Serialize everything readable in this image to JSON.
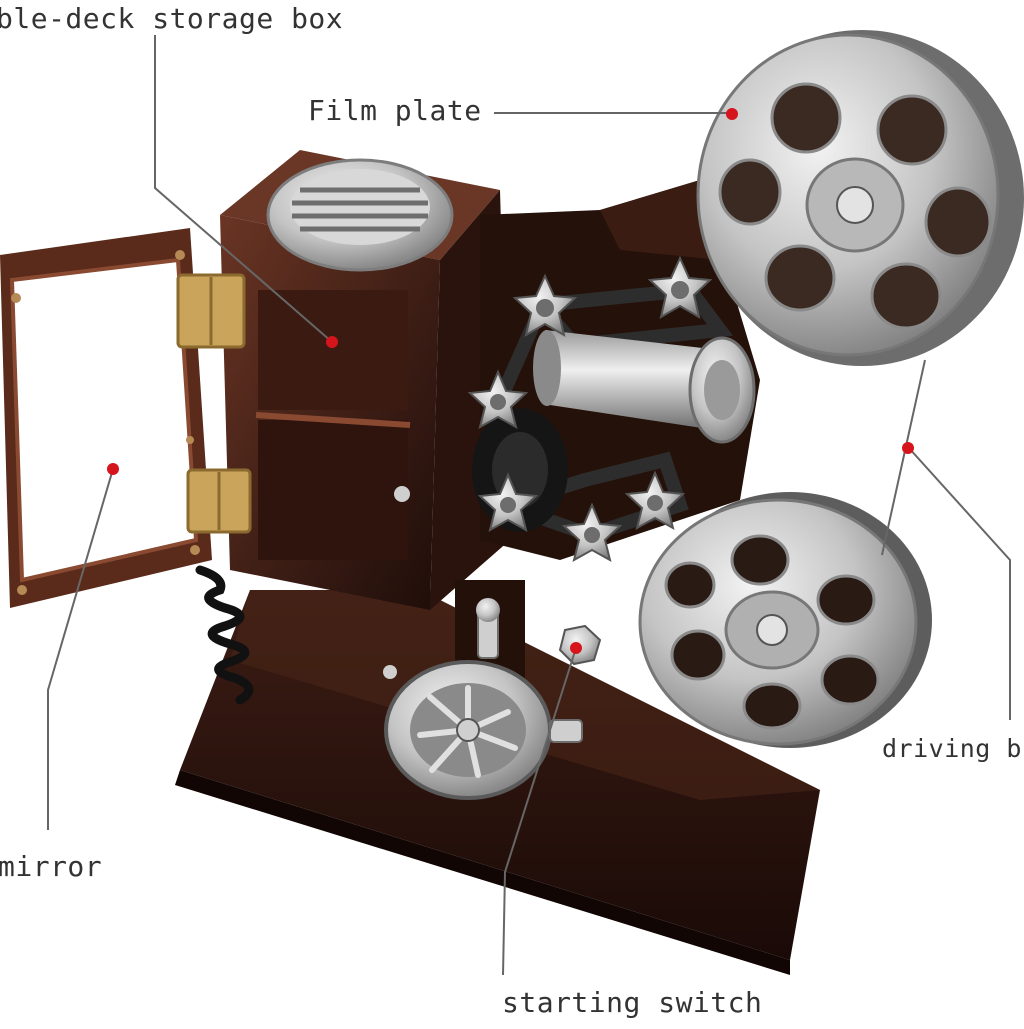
{
  "labels": {
    "storage_box": "ble-deck storage box",
    "film_plate": "Film plate",
    "driving": "driving  b",
    "mirror": "mirror",
    "starting_switch": "starting switch"
  },
  "colors": {
    "wood_dark": "#2a1510",
    "wood_mid": "#5a2e20",
    "wood_light": "#7a3e28",
    "metal": "#c9c9c9",
    "metal_dark": "#7a7a7a",
    "pointer_dot": "#d6141c",
    "leader_line": "#666666",
    "label_text": "#333333"
  }
}
